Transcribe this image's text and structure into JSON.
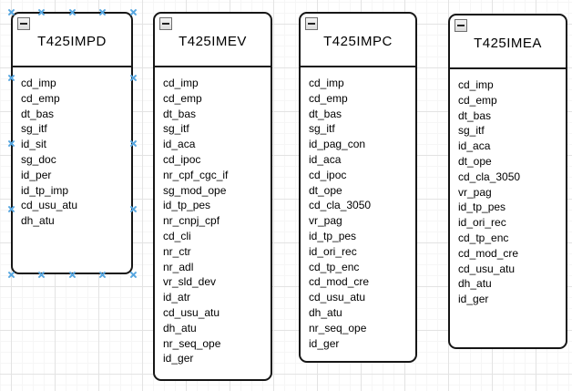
{
  "diagram": {
    "tables": [
      {
        "name": "T425IMPD",
        "selected": true,
        "fields": [
          "cd_imp",
          "cd_emp",
          "dt_bas",
          "sg_itf",
          "id_sit",
          "sg_doc",
          "id_per",
          "id_tp_imp",
          "cd_usu_atu",
          "dh_atu"
        ]
      },
      {
        "name": "T425IMEV",
        "selected": false,
        "fields": [
          "cd_imp",
          "cd_emp",
          "dt_bas",
          "sg_itf",
          "id_aca",
          "cd_ipoc",
          "nr_cpf_cgc_if",
          "sg_mod_ope",
          "id_tp_pes",
          "nr_cnpj_cpf",
          "cd_cli",
          "nr_ctr",
          "nr_adl",
          "vr_sld_dev",
          "id_atr",
          "cd_usu_atu",
          "dh_atu",
          "nr_seq_ope",
          "id_ger"
        ]
      },
      {
        "name": "T425IMPC",
        "selected": false,
        "fields": [
          "cd_imp",
          "cd_emp",
          "dt_bas",
          "sg_itf",
          "id_pag_con",
          "id_aca",
          "cd_ipoc",
          "dt_ope",
          "cd_cla_3050",
          "vr_pag",
          "id_tp_pes",
          "id_ori_rec",
          "cd_tp_enc",
          "cd_mod_cre",
          "cd_usu_atu",
          "dh_atu",
          "nr_seq_ope",
          "id_ger"
        ]
      },
      {
        "name": "T425IMEA",
        "selected": false,
        "fields": [
          "cd_imp",
          "cd_emp",
          "dt_bas",
          "sg_itf",
          "id_aca",
          "dt_ope",
          "cd_cla_3050",
          "vr_pag",
          "id_tp_pes",
          "id_ori_rec",
          "cd_tp_enc",
          "cd_mod_cre",
          "cd_usu_atu",
          "dh_atu",
          "id_ger"
        ]
      }
    ],
    "icons": {
      "collapse": "minus-icon"
    },
    "colors": {
      "selection_handle": "#58a7e0",
      "entity_border": "#161616",
      "grid_major": "#e3e3e3",
      "grid_minor": "#f6f6f6",
      "canvas_background": "#ffffff"
    }
  }
}
